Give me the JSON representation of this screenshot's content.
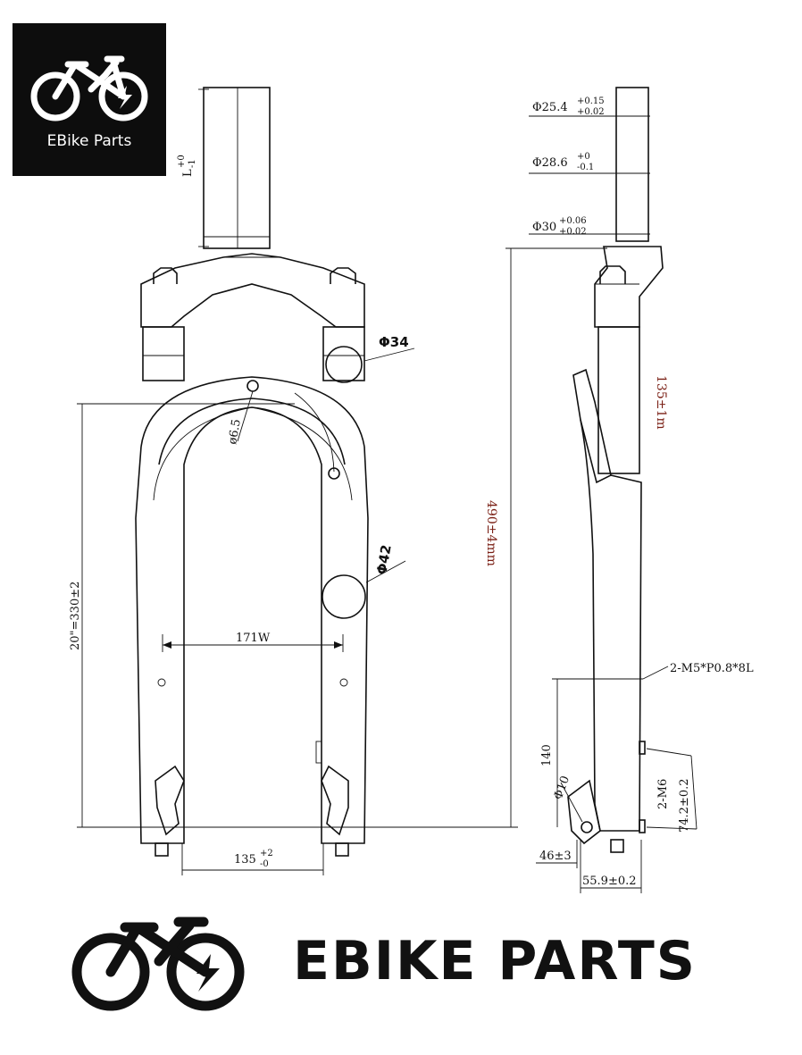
{
  "brand": {
    "badge_label": "EBike Parts",
    "footer_label": "EBIKE PARTS",
    "badge_bg": "#0d0d0d",
    "badge_fg": "#ffffff"
  },
  "icons": [
    "bike-logo-icon"
  ],
  "front_view": {
    "steerer_length": "L",
    "steerer_length_tol_upper": "+0",
    "steerer_length_tol_lower": "-1",
    "brace_hole": "ø6.5",
    "upper_diameter_mark": "Φ34",
    "lower_diameter_mark": "Φ42",
    "inner_width": "171W",
    "wheel_size_height": "20\"=330±2",
    "hub_spacing": "135",
    "hub_spacing_tol_upper": "+2",
    "hub_spacing_tol_lower": "-0"
  },
  "side_view": {
    "steerer_top": "Φ25.4",
    "steerer_top_tol_upper": "+0.15",
    "steerer_top_tol_lower": "+0.02",
    "steerer_mid": "Φ28.6",
    "steerer_mid_tol_upper": "+0",
    "steerer_mid_tol_lower": "-0.1",
    "crown_race": "Φ30",
    "crown_race_tol_upper": "+0.06",
    "crown_race_tol_lower": "+0.02",
    "axle_to_crown": "490±4mm",
    "travel": "135±1m",
    "mount_bolts": "2-M5*P0.8*8L",
    "mount_height": "140",
    "axle_diameter": "Φ10",
    "caliper_bolts": "2-M6",
    "caliper_spacing": "74.2±0.2",
    "offset": "46±3",
    "dropout_depth": "55.9±0.2"
  }
}
